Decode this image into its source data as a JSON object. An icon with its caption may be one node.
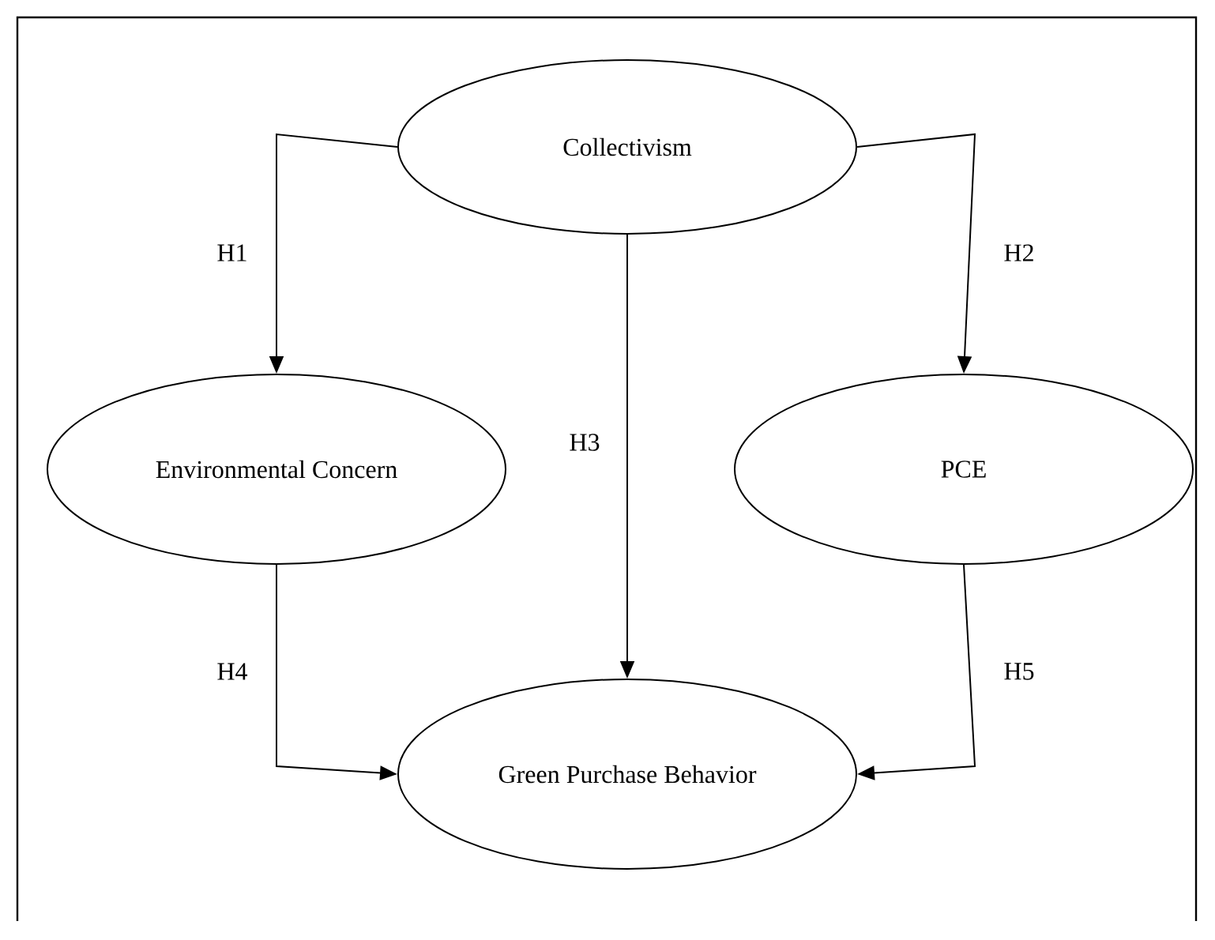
{
  "diagram": {
    "nodes": [
      {
        "text": [
          "Collectivism"
        ]
      },
      {
        "text": [
          "Environmental Concern"
        ]
      },
      {
        "text": [
          "PCE"
        ]
      },
      {
        "text": [
          "Green Purchase Behavior"
        ]
      }
    ],
    "edges": [
      {
        "from": 0,
        "to": 1,
        "arrow": "to",
        "label": "H1"
      },
      {
        "from": 0,
        "to": 2,
        "arrow": "to",
        "label": "H2"
      },
      {
        "from": 0,
        "to": 3,
        "arrow": "to",
        "label": "H3"
      },
      {
        "from": 1,
        "to": 3,
        "arrow": "to",
        "label": "H4"
      },
      {
        "from": 2,
        "to": 3,
        "arrow": "to",
        "label": "H5"
      }
    ]
  }
}
